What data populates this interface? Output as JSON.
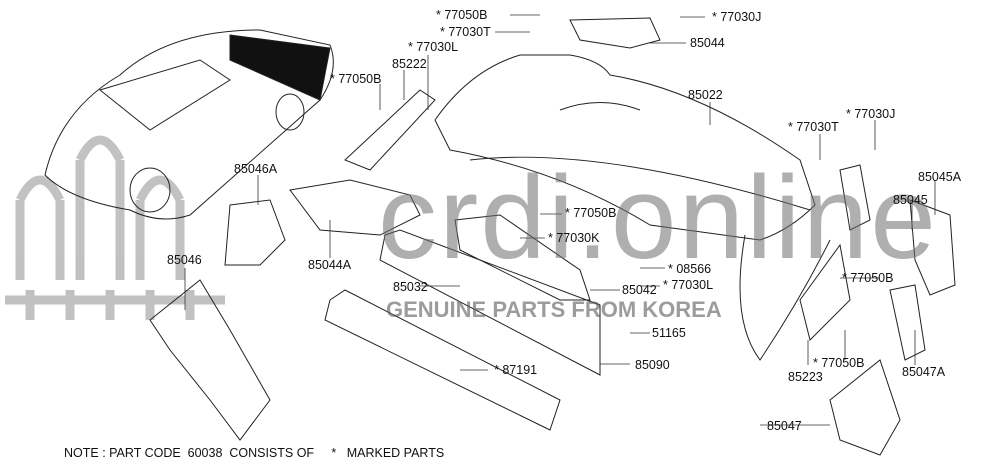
{
  "labels": [
    {
      "id": "l1",
      "text": "* 77050B"
    },
    {
      "id": "l2",
      "text": "* 77030T"
    },
    {
      "id": "l3",
      "text": "* 77030J"
    },
    {
      "id": "l4",
      "text": "85044"
    },
    {
      "id": "l5",
      "text": "* 77030L"
    },
    {
      "id": "l6",
      "text": "85222"
    },
    {
      "id": "l7",
      "text": "* 77050B"
    },
    {
      "id": "l8",
      "text": "85022"
    },
    {
      "id": "l9",
      "text": "* 77030T"
    },
    {
      "id": "l10",
      "text": "* 77030J"
    },
    {
      "id": "l11",
      "text": "85046A"
    },
    {
      "id": "l12",
      "text": "85045A"
    },
    {
      "id": "l13",
      "text": "85045"
    },
    {
      "id": "l14",
      "text": "* 77050B"
    },
    {
      "id": "l15",
      "text": "* 77030K"
    },
    {
      "id": "l16",
      "text": "85044A"
    },
    {
      "id": "l17",
      "text": "85046"
    },
    {
      "id": "l18",
      "text": "* 08566"
    },
    {
      "id": "l19",
      "text": "* 77030L"
    },
    {
      "id": "l20",
      "text": "85042"
    },
    {
      "id": "l21",
      "text": "85032"
    },
    {
      "id": "l22",
      "text": "* 77050B"
    },
    {
      "id": "l23",
      "text": "51165"
    },
    {
      "id": "l24",
      "text": "85223"
    },
    {
      "id": "l25",
      "text": "* 77050B"
    },
    {
      "id": "l26",
      "text": "85047A"
    },
    {
      "id": "l27",
      "text": "* 87191"
    },
    {
      "id": "l28",
      "text": "85090"
    },
    {
      "id": "l29",
      "text": "85047"
    }
  ],
  "note": "NOTE : PART CODE  60038  CONSISTS OF     *   MARKED PARTS",
  "watermark": {
    "site": "crdi.online",
    "tagline": "GENUINE PARTS FROM KOREA"
  }
}
